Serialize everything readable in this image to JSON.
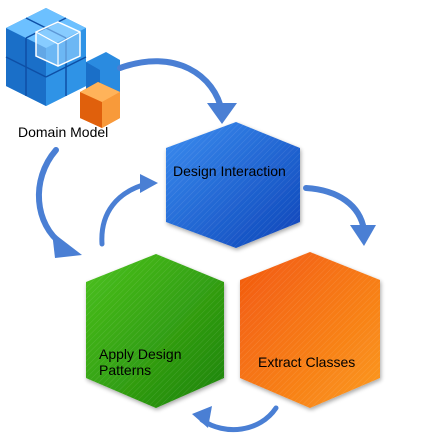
{
  "labels": {
    "domain_model": "Domain Model",
    "design_interaction": "Design Interaction",
    "apply_design_line1": "Apply Design",
    "apply_design_line2": "Patterns",
    "extract_classes": "Extract Classes"
  },
  "colors": {
    "blue_hex": "#1a5fd6",
    "green_hex": "#2a9a12",
    "orange_hex": "#f36a12",
    "arrow": "#4a7fd4",
    "cube_blue": "#1e7fd8",
    "cube_orange": "#f07a1a"
  },
  "icons": {
    "domain_model": "cube-stack-icon"
  }
}
